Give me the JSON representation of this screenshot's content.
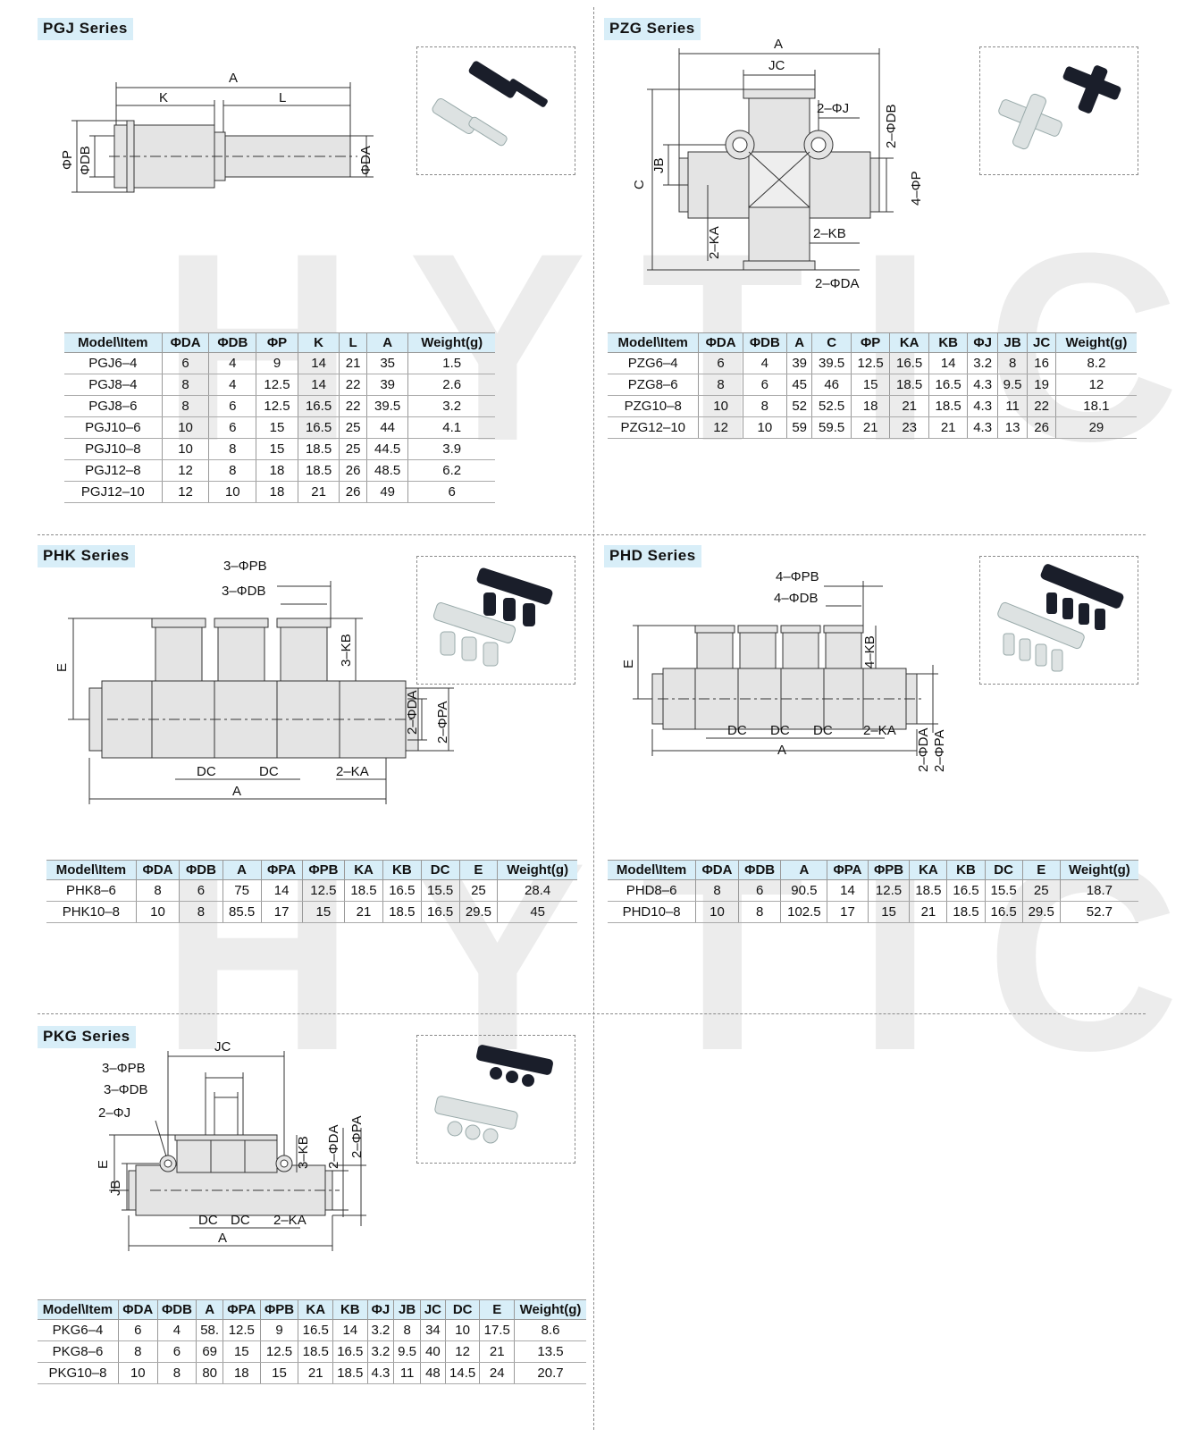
{
  "watermark": "HYTIC",
  "colors": {
    "title_bg": "#d8eef8",
    "divider": "#8a8a8a",
    "watermark": "#ececec",
    "fitting_grey": "#e4e4e4",
    "fitting_black": "#1a1e2a"
  },
  "pgj": {
    "title": "PGJ Series",
    "labels": {
      "a": "A",
      "k": "K",
      "l": "L",
      "p": "ΦP",
      "db": "ΦDB",
      "da": "ΦDA"
    },
    "headers": [
      "Model\\Item",
      "ΦDA",
      "ΦDB",
      "ΦP",
      "K",
      "L",
      "A",
      "Weight(g)"
    ],
    "rows": [
      [
        "PGJ6–4",
        "6",
        "4",
        "9",
        "14",
        "21",
        "35",
        "1.5"
      ],
      [
        "PGJ8–4",
        "8",
        "4",
        "12.5",
        "14",
        "22",
        "39",
        "2.6"
      ],
      [
        "PGJ8–6",
        "8",
        "6",
        "12.5",
        "16.5",
        "22",
        "39.5",
        "3.2"
      ],
      [
        "PGJ10–6",
        "10",
        "6",
        "15",
        "16.5",
        "25",
        "44",
        "4.1"
      ],
      [
        "PGJ10–8",
        "10",
        "8",
        "15",
        "18.5",
        "25",
        "44.5",
        "3.9"
      ],
      [
        "PGJ12–8",
        "12",
        "8",
        "18",
        "18.5",
        "26",
        "48.5",
        "6.2"
      ],
      [
        "PGJ12–10",
        "12",
        "10",
        "18",
        "21",
        "26",
        "49",
        "6"
      ]
    ]
  },
  "pzg": {
    "title": "PZG Series",
    "labels": {
      "a": "A",
      "jc": "JC",
      "j": "2–ΦJ",
      "db": "2–ΦDB",
      "c": "C",
      "jb": "JB",
      "p": "4–ΦP",
      "ka": "2–KA",
      "kb": "2–KB",
      "da": "2–ΦDA"
    },
    "headers": [
      "Model\\Item",
      "ΦDA",
      "ΦDB",
      "A",
      "C",
      "ΦP",
      "KA",
      "KB",
      "ΦJ",
      "JB",
      "JC",
      "Weight(g)"
    ],
    "rows": [
      [
        "PZG6–4",
        "6",
        "4",
        "39",
        "39.5",
        "12.5",
        "16.5",
        "14",
        "3.2",
        "8",
        "16",
        "8.2"
      ],
      [
        "PZG8–6",
        "8",
        "6",
        "45",
        "46",
        "15",
        "18.5",
        "16.5",
        "4.3",
        "9.5",
        "19",
        "12"
      ],
      [
        "PZG10–8",
        "10",
        "8",
        "52",
        "52.5",
        "18",
        "21",
        "18.5",
        "4.3",
        "11",
        "22",
        "18.1"
      ],
      [
        "PZG12–10",
        "12",
        "10",
        "59",
        "59.5",
        "21",
        "23",
        "21",
        "4.3",
        "13",
        "26",
        "29"
      ]
    ]
  },
  "phk": {
    "title": "PHK Series",
    "labels": {
      "pb": "3–ΦPB",
      "db": "3–ΦDB",
      "e": "E",
      "kb": "3–KB",
      "da": "2–ΦDA",
      "pa": "2–ΦPA",
      "dc1": "DC",
      "dc2": "DC",
      "ka": "2–KA",
      "a": "A"
    },
    "headers": [
      "Model\\Item",
      "ΦDA",
      "ΦDB",
      "A",
      "ΦPA",
      "ΦPB",
      "KA",
      "KB",
      "DC",
      "E",
      "Weight(g)"
    ],
    "rows": [
      [
        "PHK8–6",
        "8",
        "6",
        "75",
        "14",
        "12.5",
        "18.5",
        "16.5",
        "15.5",
        "25",
        "28.4"
      ],
      [
        "PHK10–8",
        "10",
        "8",
        "85.5",
        "17",
        "15",
        "21",
        "18.5",
        "16.5",
        "29.5",
        "45"
      ]
    ]
  },
  "phd": {
    "title": "PHD Series",
    "labels": {
      "pb": "4–ΦPB",
      "db": "4–ΦDB",
      "e": "E",
      "kb": "4–KB",
      "dc1": "DC",
      "dc2": "DC",
      "dc3": "DC",
      "ka": "2–KA",
      "a": "A",
      "da": "2–ΦDA",
      "pa": "2–ΦPA"
    },
    "headers": [
      "Model\\Item",
      "ΦDA",
      "ΦDB",
      "A",
      "ΦPA",
      "ΦPB",
      "KA",
      "KB",
      "DC",
      "E",
      "Weight(g)"
    ],
    "rows": [
      [
        "PHD8–6",
        "8",
        "6",
        "90.5",
        "14",
        "12.5",
        "18.5",
        "16.5",
        "15.5",
        "25",
        "18.7"
      ],
      [
        "PHD10–8",
        "10",
        "8",
        "102.5",
        "17",
        "15",
        "21",
        "18.5",
        "16.5",
        "29.5",
        "52.7"
      ]
    ]
  },
  "pkg": {
    "title": "PKG Series",
    "labels": {
      "jc": "JC",
      "pb": "3–ΦPB",
      "db": "3–ΦDB",
      "j": "2–ΦJ",
      "e": "E",
      "jb": "JB",
      "kb": "3–KB",
      "da": "2–ΦDA",
      "pa": "2–ΦPA",
      "dc1": "DC",
      "dc2": "DC",
      "ka": "2–KA",
      "a": "A"
    },
    "headers": [
      "Model\\Item",
      "ΦDA",
      "ΦDB",
      "A",
      "ΦPA",
      "ΦPB",
      "KA",
      "KB",
      "ΦJ",
      "JB",
      "JC",
      "DC",
      "E",
      "Weight(g)"
    ],
    "rows": [
      [
        "PKG6–4",
        "6",
        "4",
        "58.",
        "12.5",
        "9",
        "16.5",
        "14",
        "3.2",
        "8",
        "34",
        "10",
        "17.5",
        "8.6"
      ],
      [
        "PKG8–6",
        "8",
        "6",
        "69",
        "15",
        "12.5",
        "18.5",
        "16.5",
        "3.2",
        "9.5",
        "40",
        "12",
        "21",
        "13.5"
      ],
      [
        "PKG10–8",
        "10",
        "8",
        "80",
        "18",
        "15",
        "21",
        "18.5",
        "4.3",
        "11",
        "48",
        "14.5",
        "24",
        "20.7"
      ]
    ]
  }
}
